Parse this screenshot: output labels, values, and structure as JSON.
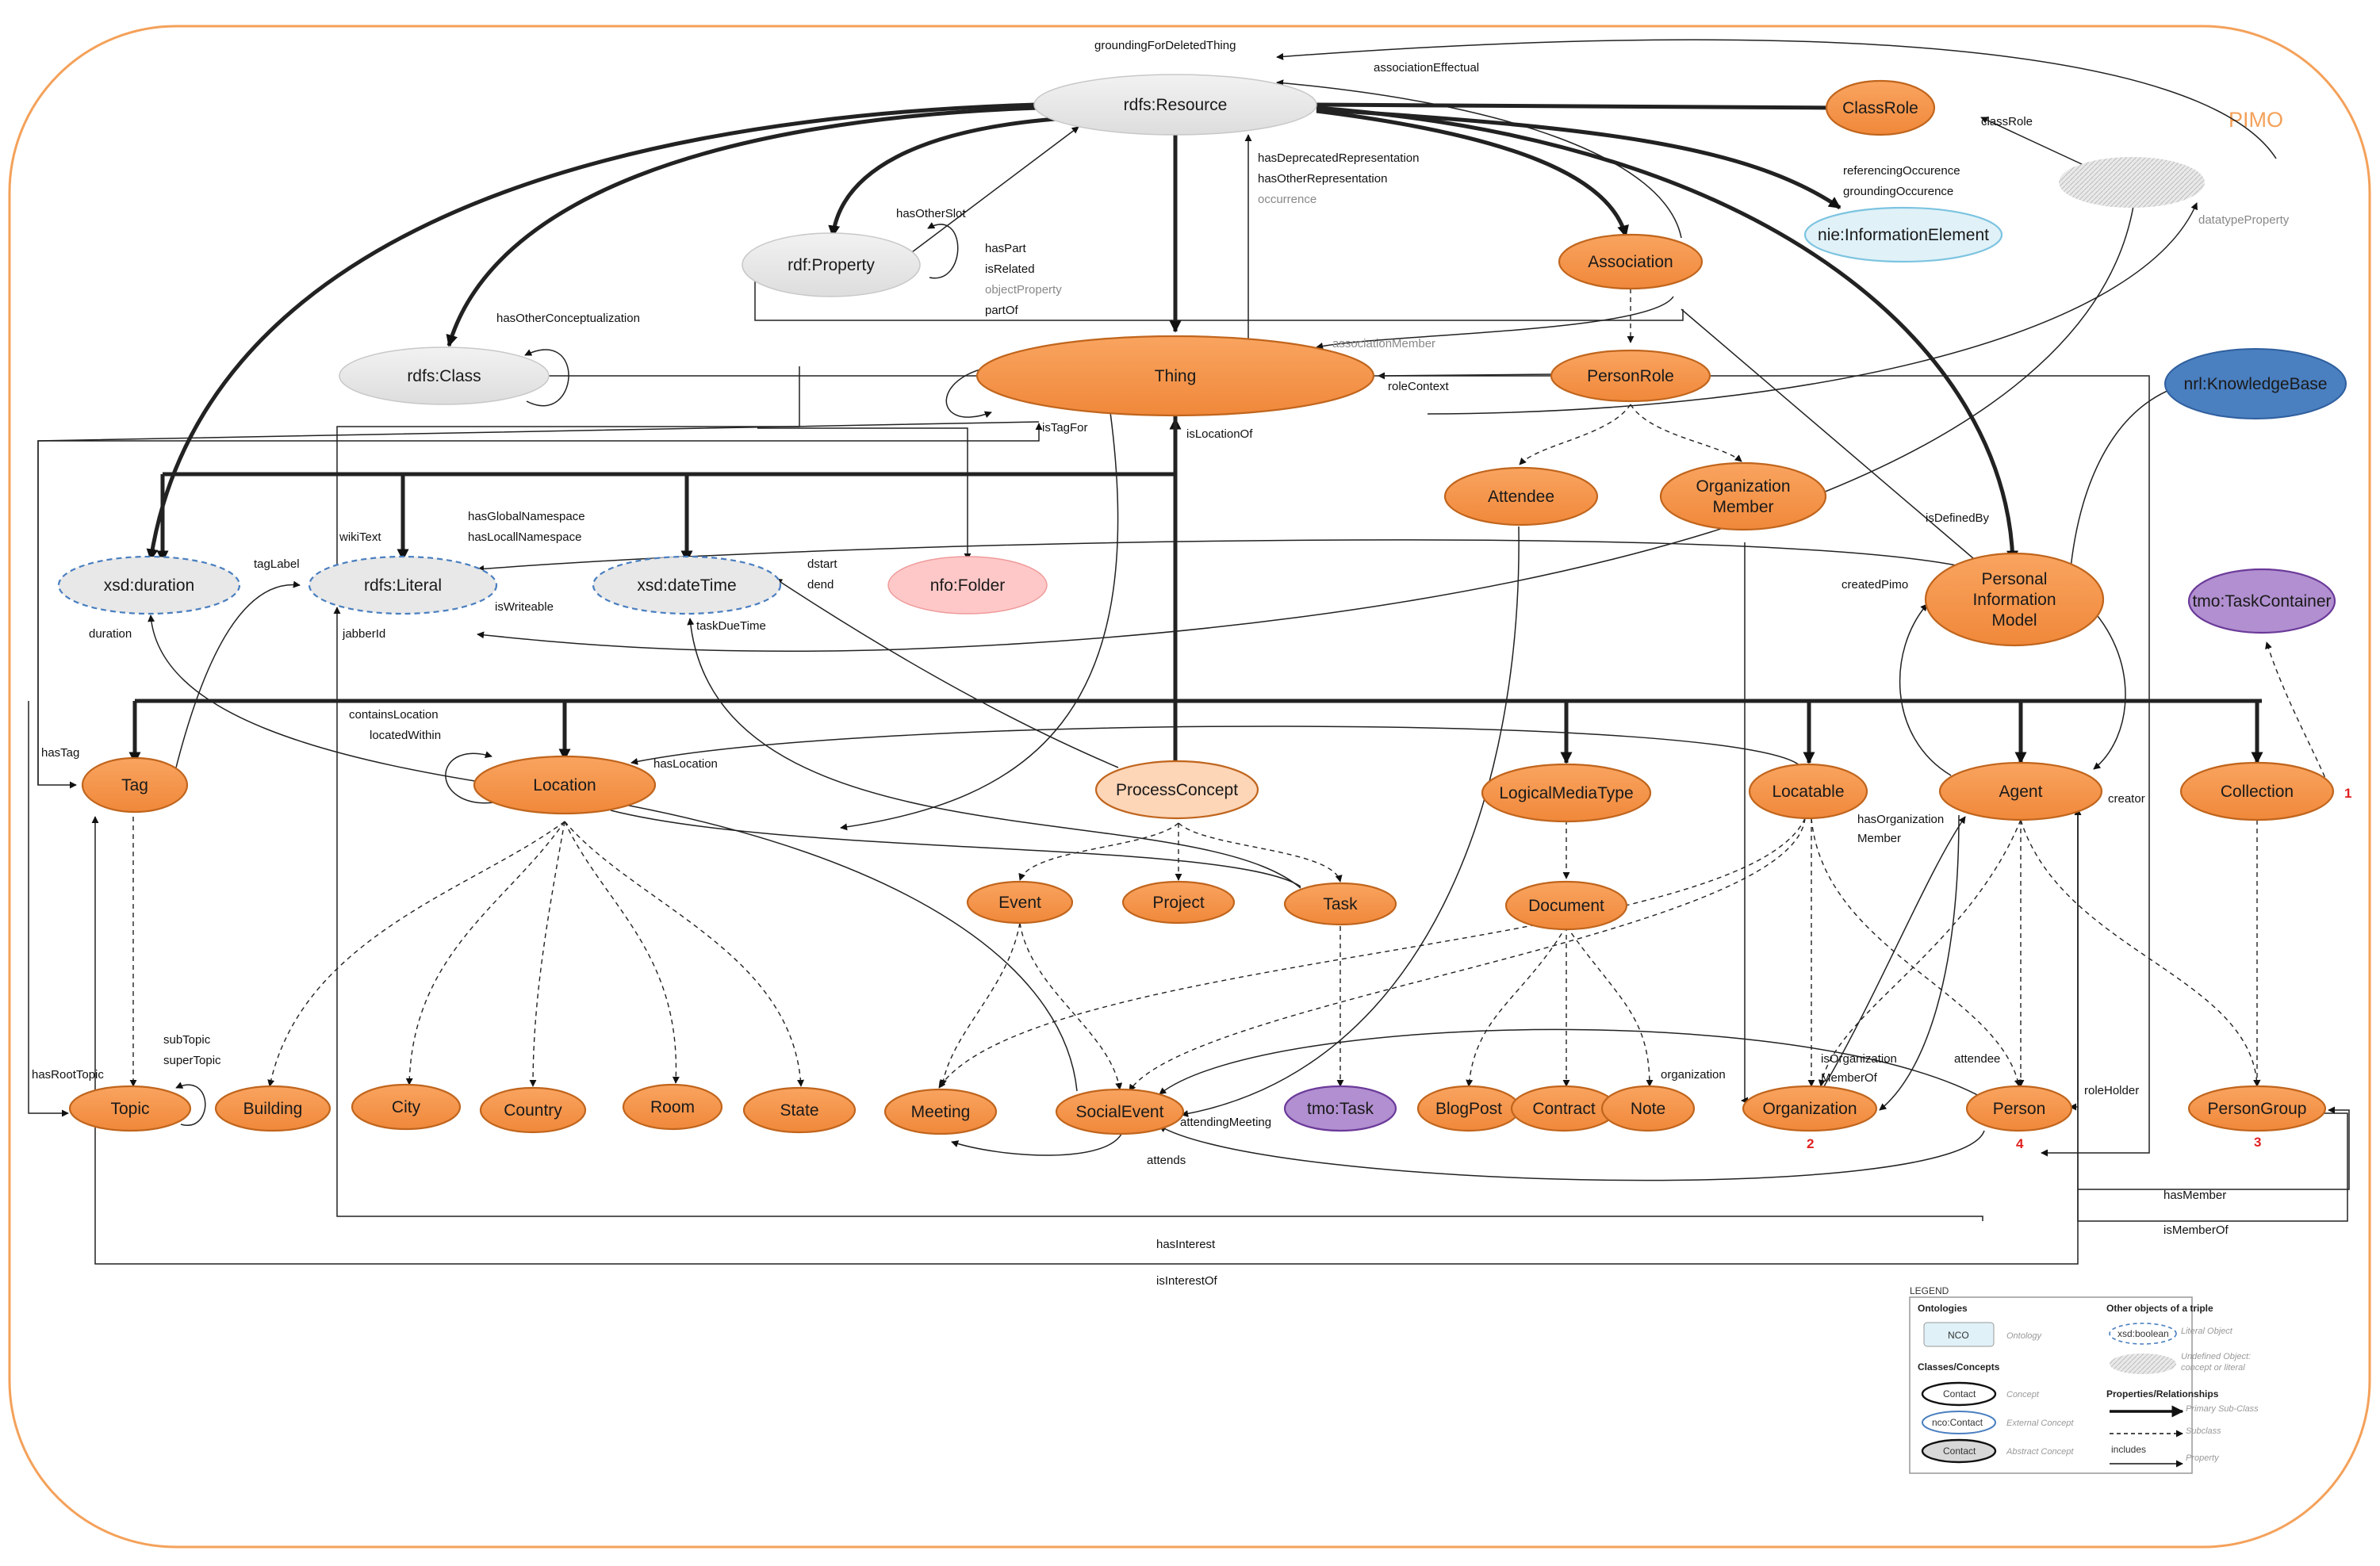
{
  "title": "PIMO",
  "colors": {
    "concept": "#f79646",
    "concept_stroke": "#c0651d",
    "resource": "#e8e8e8",
    "external": "#e0f1f8",
    "literal": "#e8e8e8",
    "folder": "#ffc8c8",
    "process": "#fdd5b7",
    "task": "#b18fd0",
    "knowledge_base": "#4a7fc0",
    "frame": "#f4a15a",
    "red_label": "#e02020"
  },
  "nodes": [
    {
      "id": "resource",
      "label": "rdfs:Resource",
      "style": "resource"
    },
    {
      "id": "classrole",
      "label": "ClassRole",
      "style": "concept"
    },
    {
      "id": "infoelement",
      "label": "nie:InformationElement",
      "style": "external"
    },
    {
      "id": "undefined",
      "label": "",
      "style": "undefined"
    },
    {
      "id": "property",
      "label": "rdf:Property",
      "style": "resource"
    },
    {
      "id": "association",
      "label": "Association",
      "style": "concept"
    },
    {
      "id": "class",
      "label": "rdfs:Class",
      "style": "resource"
    },
    {
      "id": "thing",
      "label": "Thing",
      "style": "concept"
    },
    {
      "id": "personrole",
      "label": "PersonRole",
      "style": "concept"
    },
    {
      "id": "kb",
      "label": "nrl:KnowledgeBase",
      "style": "kb"
    },
    {
      "id": "attendee",
      "label": "Attendee",
      "style": "concept"
    },
    {
      "id": "orgmember",
      "label": [
        "Organization",
        "Member"
      ],
      "style": "concept"
    },
    {
      "id": "duration",
      "label": "xsd:duration",
      "style": "literal"
    },
    {
      "id": "literal",
      "label": "rdfs:Literal",
      "style": "literal"
    },
    {
      "id": "datetime",
      "label": "xsd:dateTime",
      "style": "literal"
    },
    {
      "id": "folder",
      "label": "nfo:Folder",
      "style": "folder"
    },
    {
      "id": "pimodel",
      "label": [
        "Personal",
        "Information",
        "Model"
      ],
      "style": "concept"
    },
    {
      "id": "taskcontainer",
      "label": "tmo:TaskContainer",
      "style": "task"
    },
    {
      "id": "tag",
      "label": "Tag",
      "style": "concept"
    },
    {
      "id": "location",
      "label": "Location",
      "style": "concept"
    },
    {
      "id": "processconcept",
      "label": "ProcessConcept",
      "style": "process"
    },
    {
      "id": "logicalmedia",
      "label": "LogicalMediaType",
      "style": "concept"
    },
    {
      "id": "locatable",
      "label": "Locatable",
      "style": "concept"
    },
    {
      "id": "agent",
      "label": "Agent",
      "style": "concept"
    },
    {
      "id": "collection",
      "label": "Collection",
      "style": "concept"
    },
    {
      "id": "event",
      "label": "Event",
      "style": "concept"
    },
    {
      "id": "project",
      "label": "Project",
      "style": "concept"
    },
    {
      "id": "task",
      "label": "Task",
      "style": "concept"
    },
    {
      "id": "document",
      "label": "Document",
      "style": "concept"
    },
    {
      "id": "topic",
      "label": "Topic",
      "style": "concept"
    },
    {
      "id": "building",
      "label": "Building",
      "style": "concept"
    },
    {
      "id": "city",
      "label": "City",
      "style": "concept"
    },
    {
      "id": "country",
      "label": "Country",
      "style": "concept"
    },
    {
      "id": "room",
      "label": "Room",
      "style": "concept"
    },
    {
      "id": "state",
      "label": "State",
      "style": "concept"
    },
    {
      "id": "meeting",
      "label": "Meeting",
      "style": "concept"
    },
    {
      "id": "socialevent",
      "label": "SocialEvent",
      "style": "concept"
    },
    {
      "id": "tmotask",
      "label": "tmo:Task",
      "style": "task"
    },
    {
      "id": "blogpost",
      "label": "BlogPost",
      "style": "concept"
    },
    {
      "id": "contract",
      "label": "Contract",
      "style": "concept"
    },
    {
      "id": "note",
      "label": "Note",
      "style": "concept"
    },
    {
      "id": "organization",
      "label": "Organization",
      "style": "concept"
    },
    {
      "id": "person",
      "label": "Person",
      "style": "concept"
    },
    {
      "id": "persongroup",
      "label": "PersonGroup",
      "style": "concept"
    }
  ],
  "edge_labels": [
    {
      "id": "groundingForDeletedThing",
      "text": "groundingForDeletedThing"
    },
    {
      "id": "associationEffectual",
      "text": "associationEffectual"
    },
    {
      "id": "classRole",
      "text": "classRole"
    },
    {
      "id": "referencingOccurence",
      "text": "referencingOccurence"
    },
    {
      "id": "groundingOccurence",
      "text": "groundingOccurence"
    },
    {
      "id": "datatypeProperty",
      "text": "datatypeProperty",
      "grey": true
    },
    {
      "id": "hasDeprecatedRepresentation",
      "text": "hasDeprecatedRepresentation"
    },
    {
      "id": "hasOtherRepresentation",
      "text": "hasOtherRepresentation"
    },
    {
      "id": "occurrence",
      "text": "occurrence",
      "grey": true
    },
    {
      "id": "hasOtherSlot",
      "text": "hasOtherSlot"
    },
    {
      "id": "hasPart",
      "text": "hasPart"
    },
    {
      "id": "isRelated",
      "text": "isRelated"
    },
    {
      "id": "objectProperty",
      "text": "objectProperty",
      "grey": true
    },
    {
      "id": "partOf",
      "text": "partOf"
    },
    {
      "id": "hasOtherConceptualization",
      "text": "hasOtherConceptualization"
    },
    {
      "id": "associationMember",
      "text": "associationMember",
      "grey": true
    },
    {
      "id": "roleContext",
      "text": "roleContext"
    },
    {
      "id": "isTagFor",
      "text": "isTagFor"
    },
    {
      "id": "isLocationOf",
      "text": "isLocationOf"
    },
    {
      "id": "isDefinedBy",
      "text": "isDefinedBy"
    },
    {
      "id": "wikiText",
      "text": "wikiText"
    },
    {
      "id": "hasGlobalNamespace",
      "text": "hasGlobalNamespace"
    },
    {
      "id": "hasLocalNamespace",
      "text": "hasLocallNamespace"
    },
    {
      "id": "tagLabel",
      "text": "tagLabel"
    },
    {
      "id": "dstart",
      "text": "dstart"
    },
    {
      "id": "dend",
      "text": "dend"
    },
    {
      "id": "createdPimo",
      "text": "createdPimo"
    },
    {
      "id": "duration",
      "text": "duration"
    },
    {
      "id": "isWriteable",
      "text": "isWriteable"
    },
    {
      "id": "jabberId",
      "text": "jabberId"
    },
    {
      "id": "taskDueTime",
      "text": "taskDueTime"
    },
    {
      "id": "containsLocation",
      "text": "containsLocation"
    },
    {
      "id": "locatedWithin",
      "text": "locatedWithin"
    },
    {
      "id": "hasTag",
      "text": "hasTag"
    },
    {
      "id": "hasLocation",
      "text": "hasLocation"
    },
    {
      "id": "creator",
      "text": "creator"
    },
    {
      "id": "hasOrganizationMember1",
      "text": "hasOrganization"
    },
    {
      "id": "hasOrganizationMember2",
      "text": "Member"
    },
    {
      "id": "subTopic",
      "text": "subTopic"
    },
    {
      "id": "superTopic",
      "text": "superTopic"
    },
    {
      "id": "hasRootTopic",
      "text": "hasRootTopic"
    },
    {
      "id": "organizationLabel",
      "text": "organization"
    },
    {
      "id": "isOrganizationMemberOf1",
      "text": "isOrganization"
    },
    {
      "id": "isOrganizationMemberOf2",
      "text": "MemberOf"
    },
    {
      "id": "attendeeLabel",
      "text": "attendee"
    },
    {
      "id": "roleHolder",
      "text": "roleHolder"
    },
    {
      "id": "attendingMeeting",
      "text": "attendingMeeting"
    },
    {
      "id": "attends",
      "text": "attends"
    },
    {
      "id": "hasMember",
      "text": "hasMember"
    },
    {
      "id": "isMemberOf",
      "text": "isMemberOf"
    },
    {
      "id": "hasInterest",
      "text": "hasInterest"
    },
    {
      "id": "isInterestOf",
      "text": "isInterestOf"
    }
  ],
  "numbers": [
    {
      "id": "n1",
      "text": "1"
    },
    {
      "id": "n2",
      "text": "2"
    },
    {
      "id": "n3",
      "text": "3"
    },
    {
      "id": "n4",
      "text": "4"
    }
  ],
  "legend": {
    "title": "LEGEND",
    "ontologies_heading": "Ontologies",
    "ontology_sample": "NCO",
    "ontology_caption": "Ontology",
    "classes_heading": "Classes/Concepts",
    "concept_sample": "Contact",
    "concept_caption": "Concept",
    "external_sample": "nco:Contact",
    "external_caption": "External Concept",
    "abstract_sample": "Contact",
    "abstract_caption": "Abstract Concept",
    "other_heading": "Other objects of a triple",
    "literal_sample": "xsd:boolean",
    "literal_caption": "Literal Object",
    "undefined_caption_1": "Undefined Object:",
    "undefined_caption_2": "concept or literal",
    "properties_heading": "Properties/Relationships",
    "primary_caption": "Primary Sub-Class",
    "subclass_caption": "Subclass",
    "includes_label": "includes",
    "property_caption": "Property"
  }
}
